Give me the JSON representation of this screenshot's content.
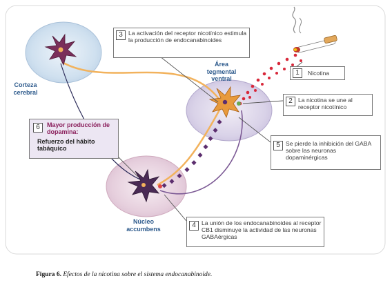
{
  "regions": {
    "cortex": "Corteza cerebral",
    "vta": "Área tegmental ventral",
    "accumbens": "Núcleo accumbens"
  },
  "callouts": [
    {
      "num": "1",
      "text": "Nicotina"
    },
    {
      "num": "2",
      "text": "La nicotina se une al receptor nicotínico"
    },
    {
      "num": "3",
      "text": "La activación del receptor nicotínico estimula la producción de endocanabinoides"
    },
    {
      "num": "4",
      "text": "La unión de los endocanabinoides al receptor CB1 disminuye la actividad de las neuronas GABAérgicas"
    },
    {
      "num": "5",
      "text": "Se pierde la inhibición del GABA sobre las neuronas dopaminérgicas"
    },
    {
      "num": "6",
      "title": "Mayor producción de dopamina:",
      "text": "Refuerzo del hábito tabáquico"
    }
  ],
  "caption": {
    "label": "Figura 6.",
    "text": "Efectos de la nicotina sobre el sistema endocanabinoide."
  },
  "colors": {
    "dopamine_path": "#f2b25c",
    "gaba_path": "#6a3d7a",
    "nicotine_dots": "#d8283a",
    "cell_bubble": "#cfe0ef",
    "cortex_neuron": "#7a2f5a",
    "vta_neuron": "#e89a3c",
    "accumbens_neuron": "#4a2a55"
  },
  "icons": [
    "cigarette-icon"
  ]
}
